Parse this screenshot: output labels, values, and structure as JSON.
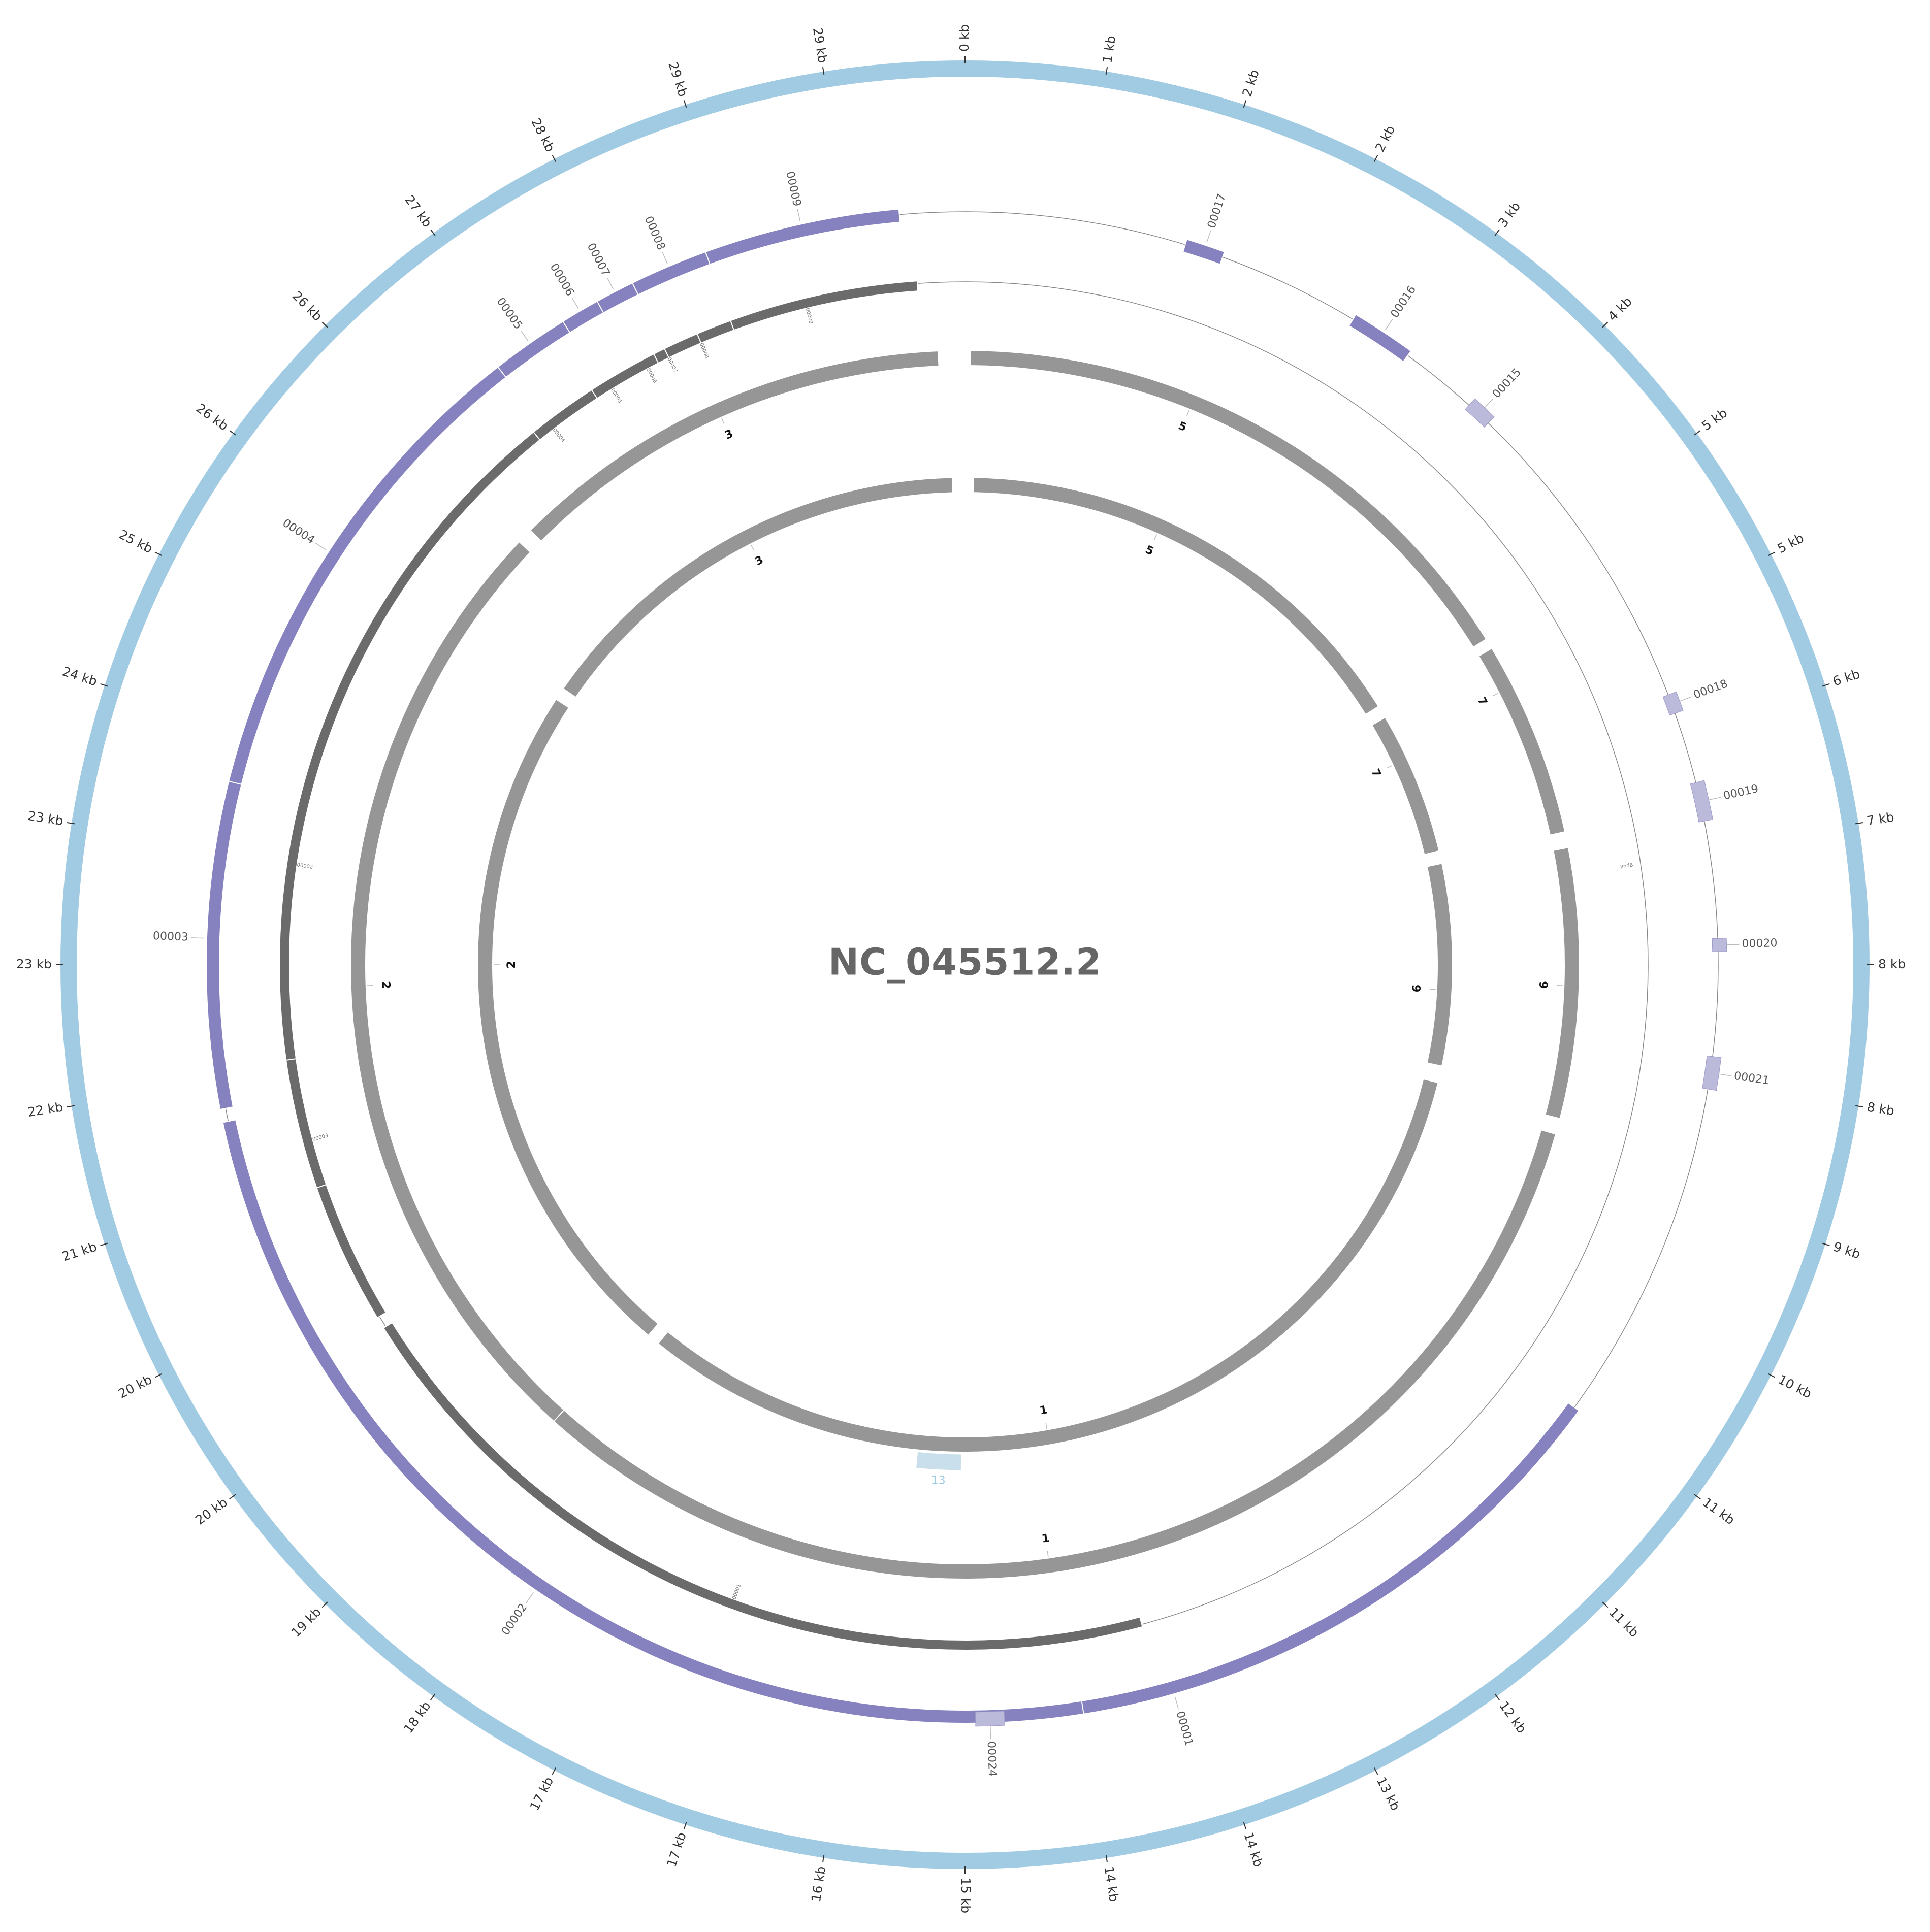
{
  "title": "NC_045512.2",
  "colors": {
    "backbone": "#a0cbe2",
    "cds": "#8582bf",
    "cds_light": "#bcbadb",
    "orf_dark": "#6b6b6b",
    "orf_frame": "#969696",
    "thin_line": "#888888",
    "label_line": "#bbbbbb",
    "small_marker": "#c9dfeb",
    "small_marker_text": "#a0cbe2"
  },
  "tick_labels": [
    "0 kb",
    "1 kb",
    "2 kb",
    "2 kb",
    "3 kb",
    "4 kb",
    "5 kb",
    "5 kb",
    "6 kb",
    "7 kb",
    "8 kb",
    "8 kb",
    "9 kb",
    "10 kb",
    "11 kb",
    "11 kb",
    "12 kb",
    "13 kb",
    "14 kb",
    "14 kb",
    "15 kb",
    "16 kb",
    "17 kb",
    "17 kb",
    "18 kb",
    "19 kb",
    "20 kb",
    "20 kb",
    "21 kb",
    "22 kb",
    "23 kb",
    "23 kb",
    "24 kb",
    "25 kb",
    "26 kb",
    "26 kb",
    "27 kb",
    "28 kb",
    "29 kb",
    "29 kb"
  ],
  "genes": [
    {
      "label": "00001",
      "start": 126,
      "end": 202,
      "style": "cds"
    },
    {
      "label": "00002",
      "start": 171,
      "end": 258,
      "style": "cds"
    },
    {
      "label": "00003",
      "start": 259,
      "end": 285,
      "style": "cds"
    },
    {
      "label": "00004",
      "start": 284,
      "end": 322,
      "style": "cds"
    },
    {
      "label": "00005",
      "start": 322,
      "end": 328,
      "style": "cds"
    },
    {
      "label": "00006",
      "start": 328,
      "end": 331,
      "style": "cds"
    },
    {
      "label": "00007",
      "start": 331,
      "end": 334,
      "style": "cds"
    },
    {
      "label": "00008",
      "start": 334,
      "end": 340,
      "style": "cds"
    },
    {
      "label": "00009",
      "start": 340,
      "end": 355,
      "style": "cds"
    },
    {
      "label": "00017",
      "start": 17,
      "end": 20,
      "style": "cds"
    },
    {
      "label": "00016",
      "start": 31,
      "end": 36,
      "style": "cds"
    },
    {
      "label": "00015",
      "start": 42,
      "end": 44,
      "style": "light"
    },
    {
      "label": "00018",
      "start": 69,
      "end": 70.5,
      "style": "light"
    },
    {
      "label": "00019",
      "start": 76,
      "end": 79,
      "style": "light"
    },
    {
      "label": "00020",
      "start": 88,
      "end": 89,
      "style": "light"
    },
    {
      "label": "00021",
      "start": 97,
      "end": 99.5,
      "style": "light"
    },
    {
      "label": "00024",
      "start": 177,
      "end": 179.2,
      "style": "light"
    }
  ],
  "orfs": [
    {
      "label": "00001",
      "start": 165,
      "end": 238
    },
    {
      "label": "00002",
      "start": 239,
      "end": 321
    },
    {
      "label": "00003",
      "start": 251,
      "end": 262
    },
    {
      "label": "00004",
      "start": 321,
      "end": 327
    },
    {
      "label": "00005",
      "start": 327,
      "end": 333
    },
    {
      "label": "00006",
      "start": 333,
      "end": 334
    },
    {
      "label": "00007",
      "start": 334,
      "end": 337
    },
    {
      "label": "00008",
      "start": 337,
      "end": 340
    },
    {
      "label": "00009",
      "start": 340,
      "end": 356
    },
    {
      "label": "yndB",
      "start": 83,
      "end": 83
    }
  ],
  "frame_rings": [
    {
      "arcs": [
        {
          "start": 0.5,
          "end": 58,
          "label": "5",
          "label_angle": 22
        },
        {
          "start": 59,
          "end": 77.5,
          "label": "7",
          "label_angle": 63
        },
        {
          "start": 79,
          "end": 104.5,
          "label": "6",
          "label_angle": 92
        },
        {
          "start": 106,
          "end": 222,
          "label": "1",
          "label_angle": 172
        },
        {
          "start": 222,
          "end": 313.5,
          "label": "2",
          "label_angle": 268
        },
        {
          "start": 315,
          "end": 357.5,
          "label": "3",
          "label_angle": 336
        }
      ]
    },
    {
      "arcs": [
        {
          "start": 1,
          "end": 58,
          "label": "5",
          "label_angle": 24
        },
        {
          "start": 59.5,
          "end": 76.5,
          "label": "7",
          "label_angle": 65
        },
        {
          "start": 78,
          "end": 102,
          "label": "6",
          "label_angle": 93
        },
        {
          "start": 104,
          "end": 219,
          "label": "1",
          "label_angle": 170
        },
        {
          "start": 220.5,
          "end": 303,
          "label": "2",
          "label_angle": 270
        },
        {
          "start": 304.5,
          "end": 358.5,
          "label": "3",
          "label_angle": 333
        }
      ]
    }
  ],
  "small_marker": {
    "label": "13",
    "start": 180.5,
    "end": 185.5
  }
}
